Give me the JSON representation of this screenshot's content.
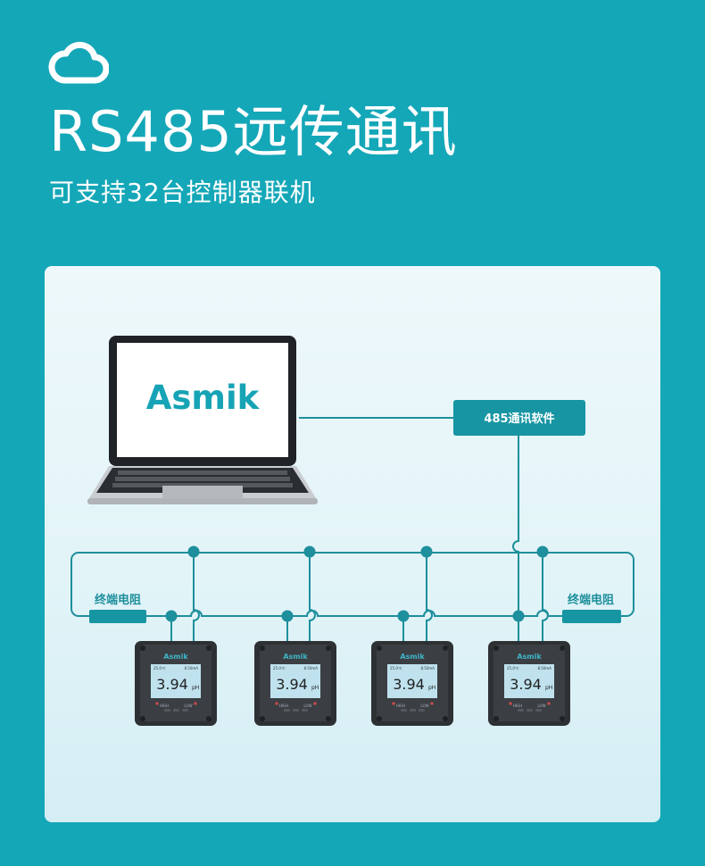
{
  "header": {
    "icon": "cloud-icon",
    "title": "RS485远传通讯",
    "subtitle": "可支持32台控制器联机"
  },
  "diagram": {
    "laptop_brand": "Asmik",
    "software_label": "485通讯软件",
    "terminator_left": "终端电阻",
    "terminator_right": "终端电阻",
    "controllers": [
      {
        "brand": "Asmik",
        "temp": "25.0℃",
        "current": "8.50mA",
        "value": "3.94",
        "unit": "pH",
        "btn_left": "HIGH",
        "btn_right": "LOW"
      },
      {
        "brand": "Asmik",
        "temp": "25.0℃",
        "current": "8.50mA",
        "value": "3.94",
        "unit": "pH",
        "btn_left": "HIGH",
        "btn_right": "LOW"
      },
      {
        "brand": "Asmik",
        "temp": "25.0℃",
        "current": "8.50mA",
        "value": "3.94",
        "unit": "pH",
        "btn_left": "HIGH",
        "btn_right": "LOW"
      },
      {
        "brand": "Asmik",
        "temp": "25.0℃",
        "current": "8.50mA",
        "value": "3.94",
        "unit": "pH",
        "btn_left": "HIGH",
        "btn_right": "LOW"
      }
    ]
  },
  "colors": {
    "background": "#14a7b8",
    "accent": "#1795a3",
    "line": "#1e8f9c",
    "screen": "#bfe2ee"
  }
}
